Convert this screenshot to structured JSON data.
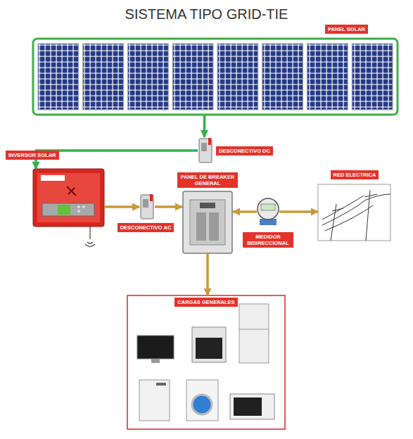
{
  "diagram": {
    "title": "SISTEMA TIPO GRID-TIE",
    "nodes": [
      {
        "text": [
          "PANEL SOLAR"
        ]
      },
      {
        "text": [
          "DESCONECTIVO DC"
        ]
      },
      {
        "text": [
          "INVERSOR SOLAR"
        ]
      },
      {
        "text": [
          "DESCONECTIVO AC"
        ]
      },
      {
        "text": [
          "PANEL DE BREAKER GENERAL"
        ]
      },
      {
        "text": [
          "MEDIDOR BIDIRECCIONAL"
        ]
      },
      {
        "text": [
          "RED ELECTRICA"
        ]
      },
      {
        "text": [
          "CARGAS GENERALES"
        ]
      }
    ],
    "edges": [
      {
        "from": 0,
        "to": 1,
        "arrow": "to"
      },
      {
        "from": 1,
        "to": 2,
        "arrow": "to"
      },
      {
        "from": 2,
        "to": 3,
        "arrow": "to"
      },
      {
        "from": 3,
        "to": 4,
        "arrow": "to"
      },
      {
        "from": 5,
        "to": 4,
        "arrow": "to"
      },
      {
        "from": 5,
        "to": 6,
        "arrow": "to"
      },
      {
        "from": 4,
        "to": 7,
        "arrow": "to"
      }
    ]
  }
}
